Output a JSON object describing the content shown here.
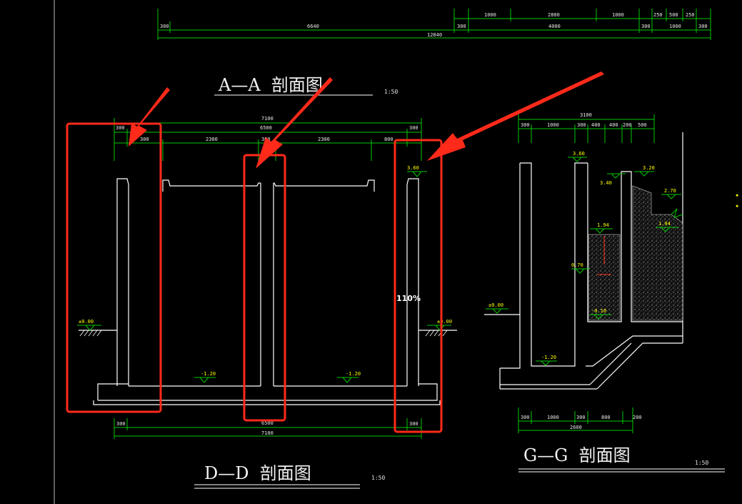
{
  "colors": {
    "background": "#000000",
    "outline": "#ffffff",
    "dimension": "#00c800",
    "level_text": "#ffff00",
    "annotation": "#ff2a1a"
  },
  "top_dims": {
    "row1": [
      "1000",
      "2800",
      "1000",
      "250",
      "500",
      "250"
    ],
    "row2": [
      "300",
      "6640",
      "300",
      "4000",
      "300",
      "1000",
      "300"
    ],
    "total": "12840"
  },
  "sections": {
    "aa": {
      "title": "A—A  剖面图",
      "scale": "1:50"
    },
    "dd": {
      "title": "D—D  剖面图",
      "scale": "1:50",
      "top_dims": {
        "overall": "7100",
        "inner": "6500",
        "left": "300",
        "left_b": "300",
        "mid_l": "2300",
        "mid": "300",
        "mid_r": "2300",
        "right_a": "800",
        "right": "300"
      },
      "bottom_dims": {
        "inner": "6500",
        "overall": "7100",
        "left": "300",
        "right": "300"
      },
      "levels": {
        "top": "3.60",
        "ground_l": "±0.00",
        "ground_r": "±0.00",
        "bottom_l": "-1.20",
        "bottom_r": "-1.20"
      }
    },
    "gg": {
      "title": "G—G  剖面图",
      "scale": "1:50",
      "top_dims": {
        "overall": "3100",
        "d": [
          "300",
          "1000",
          "300",
          "400",
          "400",
          "200",
          "500"
        ]
      },
      "bottom_dims": {
        "overall": "2600",
        "d": [
          "300",
          "1000",
          "300",
          "800",
          "200"
        ]
      },
      "levels": [
        "3.60",
        "3.40",
        "3.20",
        "2.70",
        "1.94",
        "1.94",
        "0.70",
        "-0.10",
        "±0.00",
        "-1.20"
      ]
    }
  },
  "overlay": {
    "zoom": "110%"
  }
}
